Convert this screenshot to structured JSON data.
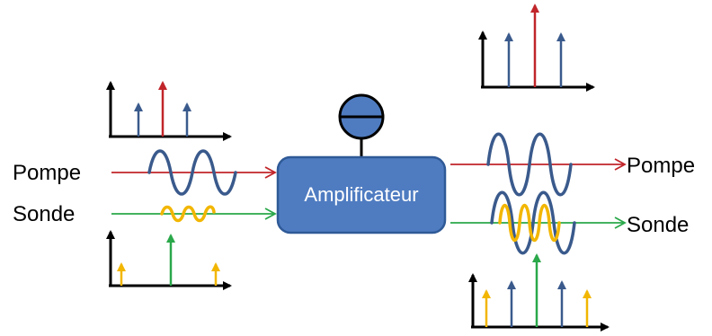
{
  "labels": {
    "pump_in": "Pompe",
    "probe_in": "Sonde",
    "pump_out": "Pompe",
    "probe_out": "Sonde",
    "amplifier": "Amplificateur"
  },
  "colors": {
    "pump_line": "#c0252a",
    "probe_line": "#2aa84a",
    "wave_blue": "#3a5a8c",
    "wave_yellow": "#f2b600",
    "amp_fill": "#4f7cc1",
    "amp_stroke": "#2f5a97",
    "axis": "#000000"
  }
}
